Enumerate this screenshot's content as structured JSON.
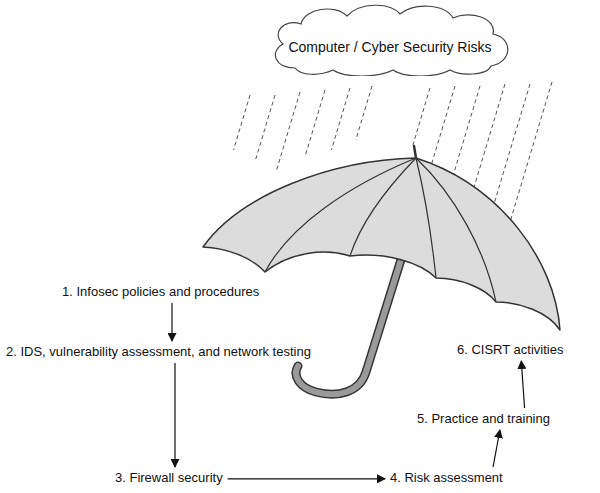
{
  "diagram": {
    "nodes": [
      {
        "text": [
          "Computer / Cyber Security Risks"
        ]
      },
      {
        "text": [
          "1. Infosec policies and procedures"
        ]
      },
      {
        "text": [
          "2. IDS, vulnerability assessment, and network testing"
        ]
      },
      {
        "text": [
          "3. Firewall security"
        ]
      },
      {
        "text": [
          "4. Risk assessment"
        ]
      },
      {
        "text": [
          "5. Practice and training"
        ]
      },
      {
        "text": [
          "6. CISRT activities"
        ]
      }
    ],
    "edges": [
      {
        "from": 1,
        "to": 2,
        "arrow": "to"
      },
      {
        "from": 2,
        "to": 3,
        "arrow": "to"
      },
      {
        "from": 3,
        "to": 4,
        "arrow": "to"
      },
      {
        "from": 4,
        "to": 5,
        "arrow": "to"
      },
      {
        "from": 5,
        "to": 6,
        "arrow": "to"
      }
    ]
  }
}
